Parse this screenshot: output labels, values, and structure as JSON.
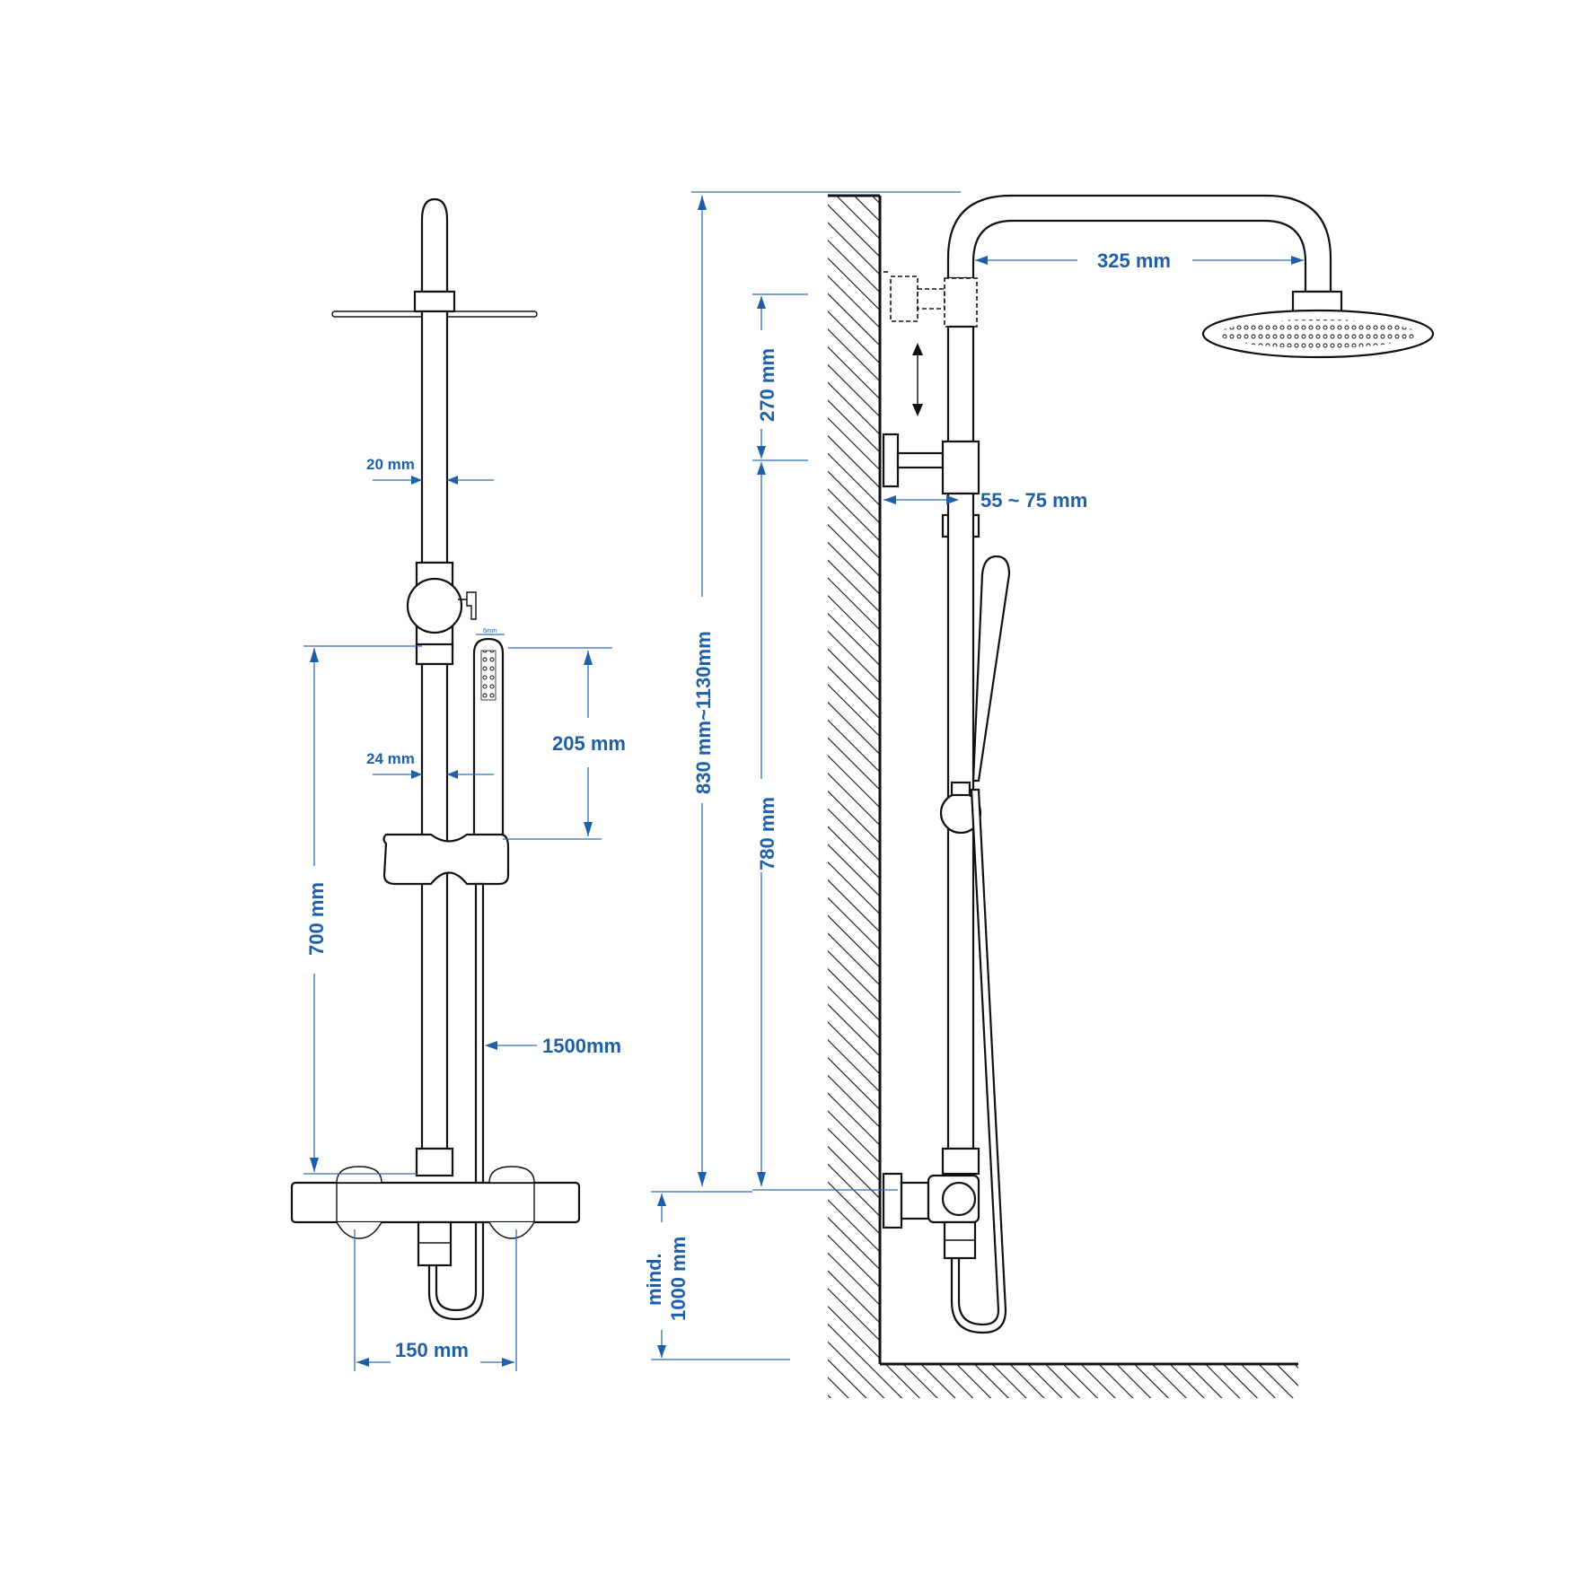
{
  "front_view": {
    "rail_diameter": "20 mm",
    "rail_diameter_lower": "24 mm",
    "rail_length": "700 mm",
    "hand_shower_length": "205 mm",
    "hose_length": "1500mm",
    "mixer_center_spacing": "150 mm",
    "hand_shower_top_label": "6mm"
  },
  "side_view": {
    "arm_reach": "325 mm",
    "adjust_range": "270 mm",
    "wall_distance": "55 ~ 75 mm",
    "total_height": "830 mm~1130mm",
    "fixed_height": "780 mm",
    "min_mount_height_line1": "mind.",
    "min_mount_height_line2": "1000 mm"
  },
  "colors": {
    "dimension_blue": "#1f5fa8",
    "line_black": "#111111"
  }
}
